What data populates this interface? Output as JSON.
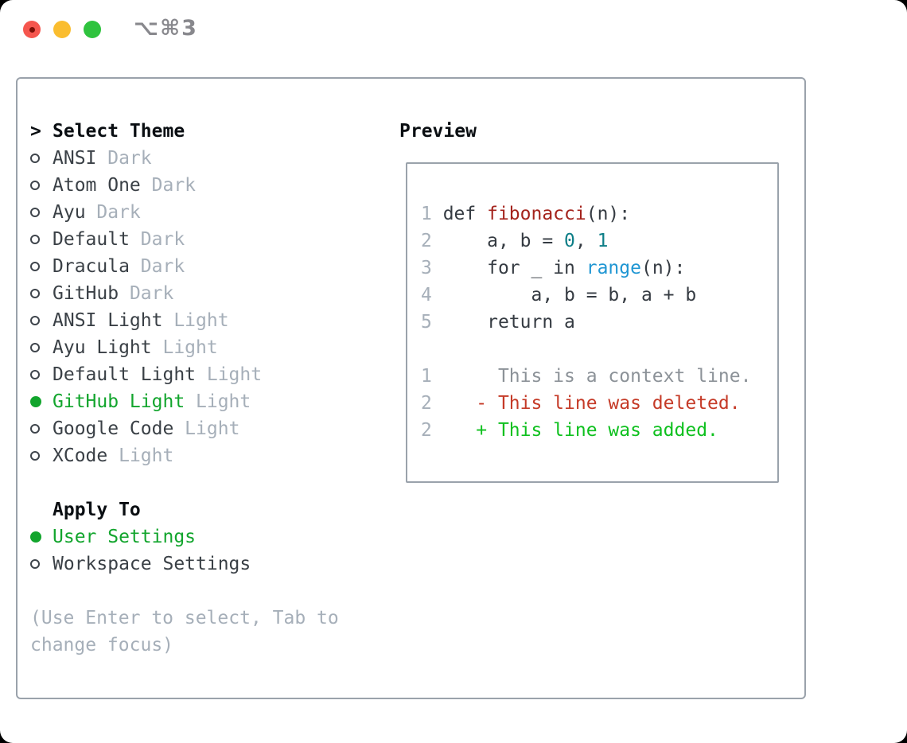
{
  "window": {
    "title": "⌥⌘3",
    "controls": [
      "close",
      "minimize",
      "zoom"
    ]
  },
  "colors": {
    "accent_green": "#12a52d",
    "added_green": "#0ec01e",
    "deleted_red": "#c53a27",
    "function_red": "#a4231c",
    "number_teal": "#0d7e87",
    "builtin_blue": "#1f96d3",
    "muted_gray": "#a6afb9",
    "context_gray": "#8c9298",
    "ink": "#3a4046",
    "border_gray": "#9aa2ab",
    "traffic_red": "#f5564e",
    "traffic_yellow": "#fabd2f",
    "traffic_green": "#2fc33e"
  },
  "theme_selector": {
    "header_prefix": ">",
    "header": "Select Theme",
    "items": [
      {
        "label": "ANSI",
        "variant": "Dark",
        "selected": false
      },
      {
        "label": "Atom One",
        "variant": "Dark",
        "selected": false
      },
      {
        "label": "Ayu",
        "variant": "Dark",
        "selected": false
      },
      {
        "label": "Default",
        "variant": "Dark",
        "selected": false
      },
      {
        "label": "Dracula",
        "variant": "Dark",
        "selected": false
      },
      {
        "label": "GitHub",
        "variant": "Dark",
        "selected": false
      },
      {
        "label": "ANSI Light",
        "variant": "Light",
        "selected": false
      },
      {
        "label": "Ayu Light",
        "variant": "Light",
        "selected": false
      },
      {
        "label": "Default Light",
        "variant": "Light",
        "selected": false
      },
      {
        "label": "GitHub Light",
        "variant": "Light",
        "selected": true
      },
      {
        "label": "Google Code",
        "variant": "Light",
        "selected": false
      },
      {
        "label": "XCode",
        "variant": "Light",
        "selected": false
      }
    ]
  },
  "apply_to": {
    "header": "Apply To",
    "options": [
      {
        "label": "User Settings",
        "selected": true
      },
      {
        "label": "Workspace Settings",
        "selected": false
      }
    ]
  },
  "help_text": "(Use Enter to select, Tab to change focus)",
  "preview": {
    "header": "Preview",
    "lines": [
      {
        "num": "1",
        "tokens": [
          {
            "t": "def ",
            "s": "plain"
          },
          {
            "t": "fibonacci",
            "s": "func"
          },
          {
            "t": "(n):",
            "s": "plain"
          }
        ]
      },
      {
        "num": "2",
        "tokens": [
          {
            "t": "    a, b = ",
            "s": "plain"
          },
          {
            "t": "0",
            "s": "num"
          },
          {
            "t": ", ",
            "s": "plain"
          },
          {
            "t": "1",
            "s": "num"
          }
        ]
      },
      {
        "num": "3",
        "tokens": [
          {
            "t": "    for _ in ",
            "s": "plain"
          },
          {
            "t": "range",
            "s": "builtin"
          },
          {
            "t": "(n):",
            "s": "plain"
          }
        ]
      },
      {
        "num": "4",
        "tokens": [
          {
            "t": "        a, b = b, a + b",
            "s": "plain"
          }
        ]
      },
      {
        "num": "5",
        "tokens": [
          {
            "t": "    return a",
            "s": "plain"
          }
        ]
      },
      {
        "num": "",
        "tokens": []
      },
      {
        "num": "1",
        "tokens": [
          {
            "t": "     This is a context line.",
            "s": "context"
          }
        ]
      },
      {
        "num": "2",
        "tokens": [
          {
            "t": "   - This line was deleted.",
            "s": "deleted"
          }
        ]
      },
      {
        "num": "2",
        "tokens": [
          {
            "t": "   + This line was added.",
            "s": "added"
          }
        ]
      }
    ]
  }
}
